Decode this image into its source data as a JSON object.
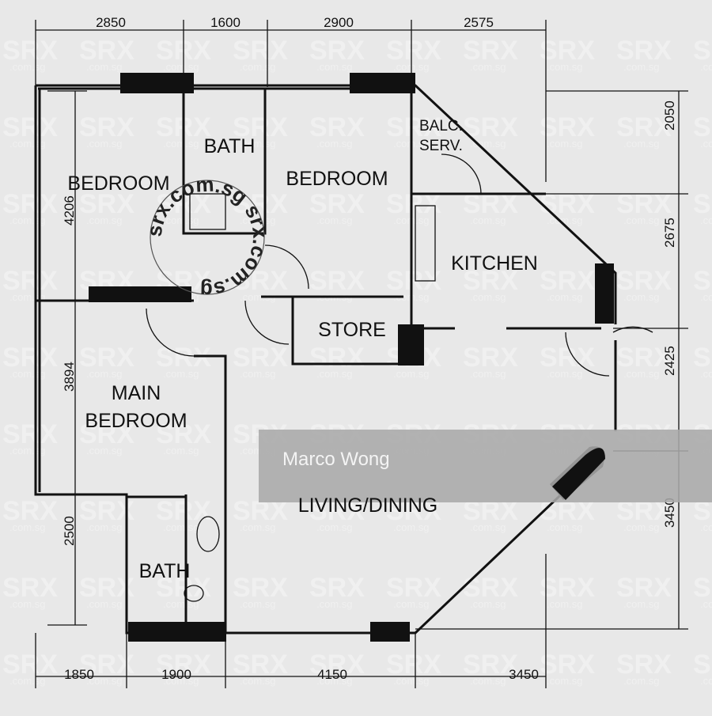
{
  "rooms": {
    "bedroom_1": "BEDROOM",
    "bath_1": "BATH",
    "bedroom_2": "BEDROOM",
    "balcony_line1": "BALC.",
    "balcony_line2": "SERV.",
    "kitchen": "KITCHEN",
    "store": "STORE",
    "main_bedroom_line1": "MAIN",
    "main_bedroom_line2": "BEDROOM",
    "bath_2": "BATH",
    "living_dining": "LIVING/DINING"
  },
  "dimensions": {
    "top": [
      "2850",
      "1600",
      "2900",
      "2575"
    ],
    "bottom": [
      "1850",
      "1900",
      "4150",
      "3450"
    ],
    "left": [
      "4206",
      "3894",
      "2500"
    ],
    "right": [
      "2050",
      "2675",
      "2425",
      "3450"
    ]
  },
  "watermark": {
    "brand": "SRX",
    "brand_sub": ".com.sg",
    "stamp_text": "srx.com.sg srx.com.sg",
    "agent_name": "Marco Wong"
  },
  "colors": {
    "background": "#e8e8e8",
    "ink": "#111111",
    "agent_band": "#a9a9a9"
  }
}
